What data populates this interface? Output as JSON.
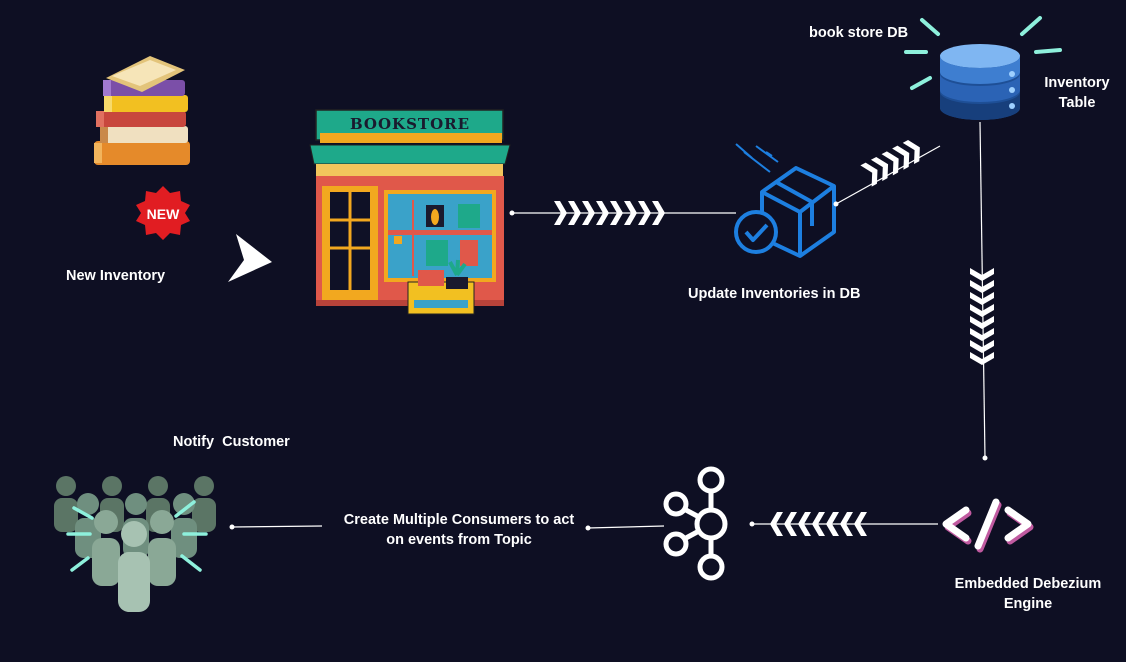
{
  "labels": {
    "new_inventory": "New Inventory",
    "new_badge": "NEW",
    "store_sign": "BOOKSTORE",
    "update_db": "Update Inventories in DB",
    "db_name": "book store DB",
    "inventory_table_line1": "Inventory",
    "inventory_table_line2": "Table",
    "debezium_line1": "Embedded  Debezium",
    "debezium_line2": "Engine",
    "consumers_line1": "Create Multiple Consumers to act",
    "consumers_line2": "on events from Topic",
    "notify": "Notify  Customer"
  },
  "icons": {
    "books": "book-stack-icon",
    "store": "bookstore-icon",
    "box": "checked-box-icon",
    "db": "database-icon",
    "code": "code-brackets-icon",
    "kafka": "kafka-topic-icon",
    "people": "customer-group-icon"
  },
  "colors": {
    "background": "#0e0f23",
    "accent_cyan": "#8ef0dc",
    "box_blue": "#1d7fe0",
    "db_blue": "#2b63b5",
    "store_green": "#1ea98a",
    "store_red": "#e0584a",
    "people_green": "#6f8f7f"
  }
}
